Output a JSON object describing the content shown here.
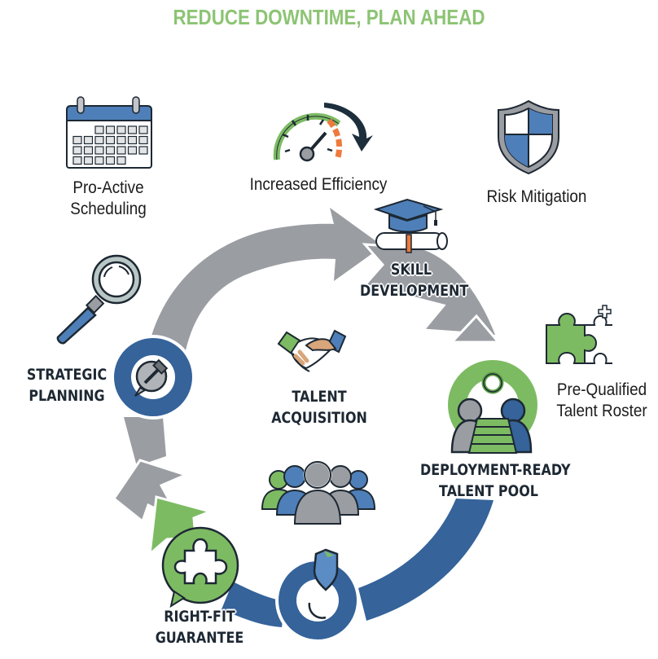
{
  "title": "REDUCE DOWNTIME, PLAN AHEAD",
  "colors": {
    "title_green": "#8cc474",
    "cycle_gray": "#9a9da2",
    "cycle_blue": "#35639a",
    "accent_green": "#7dbb63",
    "accent_orange": "#ee7a3c",
    "outline_dark": "#1d2833"
  },
  "benefits": [
    {
      "id": "pro-active-scheduling",
      "label_line1": "Pro-Active",
      "label_line2": "Scheduling",
      "icon": "calendar-icon"
    },
    {
      "id": "increased-efficiency",
      "label": "Increased Efficiency",
      "icon": "speedometer-icon"
    },
    {
      "id": "risk-mitigation",
      "label": "Risk Mitigation",
      "icon": "shield-icon"
    },
    {
      "id": "pre-qualified-talent-roster",
      "label_line1": "Pre-Qualified",
      "label_line2": "Talent Roster",
      "icon": "puzzle-pieces-icon"
    }
  ],
  "cycle_stages": [
    {
      "id": "strategic-planning",
      "label_line1": "STRATEGIC",
      "label_line2": "PLANNING",
      "icon": "magnifying-glass-icon"
    },
    {
      "id": "skill-development",
      "label_line1": "SKILL",
      "label_line2": "DEVELOPMENT",
      "icon": "graduation-cap-icon"
    },
    {
      "id": "deployment-ready-talent-pool",
      "label_line1": "DEPLOYMENT-READY",
      "label_line2": "TALENT POOL",
      "icon": "staircase-people-icon"
    },
    {
      "id": "right-fit-guarantee",
      "label_line1": "RIGHT-FIT",
      "label_line2": "GUARANTEE",
      "icon": "puzzle-piece-icon"
    }
  ],
  "center": {
    "label_line1": "TALENT",
    "label_line2": "ACQUISITION",
    "icons": [
      "handshake-icon",
      "people-group-icon"
    ]
  }
}
